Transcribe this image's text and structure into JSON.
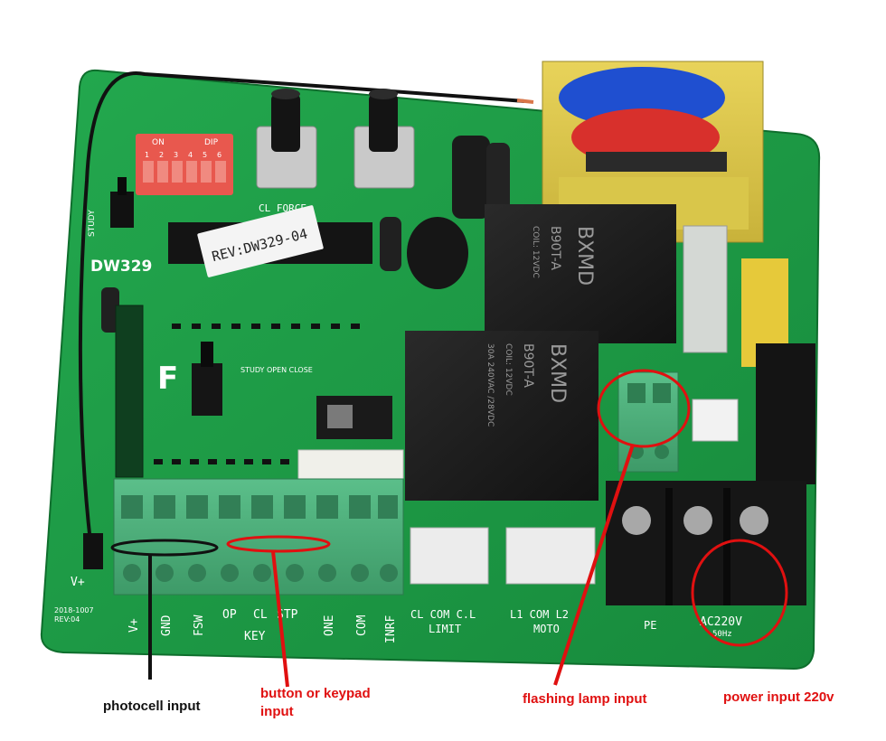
{
  "photo": {
    "board": {
      "model": "DW329",
      "revision_chip": "REV:DW329-04",
      "date": "2018-1007",
      "rev": "REV:04",
      "dip_on": "ON",
      "dip_label": "DIP",
      "dip_numbers": [
        "1",
        "2",
        "3",
        "4",
        "5",
        "6"
      ],
      "study_label": "STUDY",
      "f_label": "F",
      "cl_force_label": "CL FORCE",
      "study_open_close": "STUDY OPEN CLOSE",
      "relay_brand": "BXMD",
      "relay_model": "B90T-A",
      "relay_coil": "COIL: 12VDC",
      "relay_rating": "30A 240VAC /28VDC",
      "terminal_labels": [
        "V+",
        "GND",
        "FSW",
        "OP",
        "CL",
        "STP",
        "ONE",
        "COM",
        "INRF"
      ],
      "key_group_label": "KEY",
      "limit_pins": "CL COM C.L",
      "limit_label": "LIMIT",
      "motor_pins": "L1 COM L2",
      "motor_label": "MOTO",
      "pe_label": "PE",
      "ac_label": "AC220V",
      "hz_label": "50Hz",
      "vplus_label": "V+"
    },
    "colors": {
      "pcb": "#1e9a46",
      "terminal_green": "#4caa78",
      "relay_black": "#1b1b1b",
      "annotation_red": "#e01010",
      "annotation_black": "#111111"
    }
  },
  "annotations": [
    {
      "id": "photocell",
      "text": "photocell input",
      "color": "black"
    },
    {
      "id": "keypad",
      "text": "button or keypad input",
      "color": "red"
    },
    {
      "id": "flashing",
      "text": "flashing lamp input",
      "color": "red"
    },
    {
      "id": "power",
      "text": "power input 220v",
      "color": "red"
    }
  ]
}
